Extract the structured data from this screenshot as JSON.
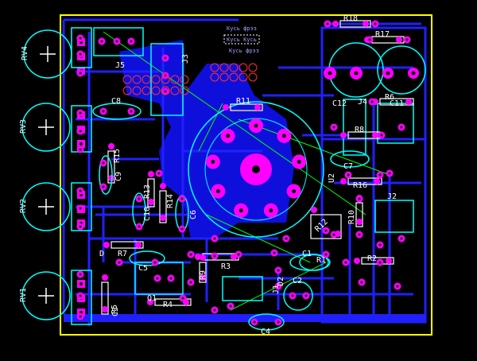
{
  "board": {
    "colors": {
      "background": "#000000",
      "outline": "#ffff00",
      "copper_top": "#0000ff",
      "copper_bottom": "#2020ff",
      "silkscreen": "#00ffff",
      "pad": "#ff00ff",
      "pad_dark": "#c0008a",
      "via": "#ff3030",
      "ratsnest": "#00ff00"
    },
    "watermark": [
      "Кусь фрэз",
      "Кусь Кусь",
      "Кусь фрэз"
    ]
  },
  "components": {
    "pots": [
      {
        "ref": "RV4"
      },
      {
        "ref": "RV3"
      },
      {
        "ref": "RV2"
      },
      {
        "ref": "RV1"
      }
    ],
    "resistors": [
      {
        "ref": "R18"
      },
      {
        "ref": "R17"
      },
      {
        "ref": "R11"
      },
      {
        "ref": "R6"
      },
      {
        "ref": "R8"
      },
      {
        "ref": "R16"
      },
      {
        "ref": "R10"
      },
      {
        "ref": "R12"
      },
      {
        "ref": "R15"
      },
      {
        "ref": "R13"
      },
      {
        "ref": "R14"
      },
      {
        "ref": "R7"
      },
      {
        "ref": "R3"
      },
      {
        "ref": "R2"
      },
      {
        "ref": "R5"
      },
      {
        "ref": "R4"
      },
      {
        "ref": "R9"
      },
      {
        "ref": "R1"
      }
    ],
    "capacitors": [
      {
        "ref": "C8"
      },
      {
        "ref": "C9"
      },
      {
        "ref": "C10"
      },
      {
        "ref": "C6"
      },
      {
        "ref": "C7"
      },
      {
        "ref": "C12"
      },
      {
        "ref": "C1"
      },
      {
        "ref": "C11"
      },
      {
        "ref": "C5"
      },
      {
        "ref": "C3"
      },
      {
        "ref": "C4"
      },
      {
        "ref": "C2"
      }
    ],
    "connectors": [
      {
        "ref": "J5"
      },
      {
        "ref": "J3"
      },
      {
        "ref": "J4"
      },
      {
        "ref": "J2"
      },
      {
        "ref": "J1"
      }
    ],
    "diodes": [
      {
        "ref": "D"
      },
      {
        "ref": "D2"
      }
    ],
    "ic": {
      "ref": "U2"
    },
    "transistor": {
      "ref": "Q1"
    }
  }
}
